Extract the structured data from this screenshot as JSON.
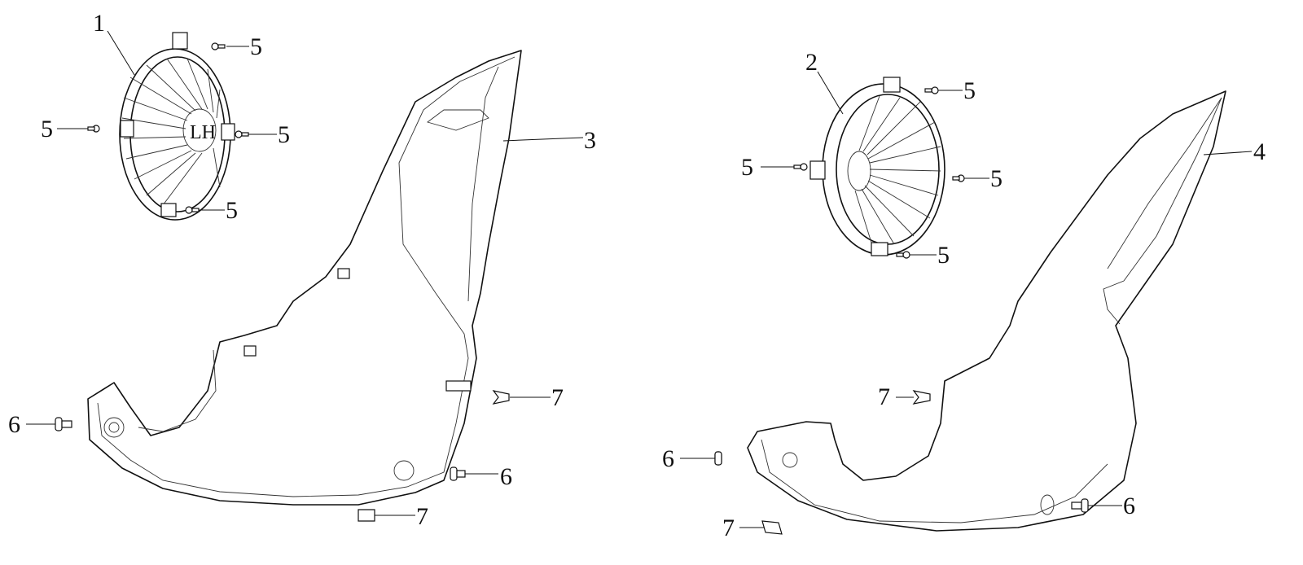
{
  "diagram": {
    "part_markings": {
      "left_fan_cover": "LH"
    },
    "callouts": [
      {
        "id": "1",
        "text": "1"
      },
      {
        "id": "5a",
        "text": "5"
      },
      {
        "id": "5b",
        "text": "5"
      },
      {
        "id": "5c",
        "text": "5"
      },
      {
        "id": "5d",
        "text": "5"
      },
      {
        "id": "3",
        "text": "3"
      },
      {
        "id": "6a",
        "text": "6"
      },
      {
        "id": "7a",
        "text": "7"
      },
      {
        "id": "6b",
        "text": "6"
      },
      {
        "id": "7b",
        "text": "7"
      },
      {
        "id": "2",
        "text": "2"
      },
      {
        "id": "5e",
        "text": "5"
      },
      {
        "id": "5f",
        "text": "5"
      },
      {
        "id": "5g",
        "text": "5"
      },
      {
        "id": "5h",
        "text": "5"
      },
      {
        "id": "4",
        "text": "4"
      },
      {
        "id": "7c",
        "text": "7"
      },
      {
        "id": "6c",
        "text": "6"
      },
      {
        "id": "6d",
        "text": "6"
      },
      {
        "id": "7d",
        "text": "7"
      }
    ]
  }
}
